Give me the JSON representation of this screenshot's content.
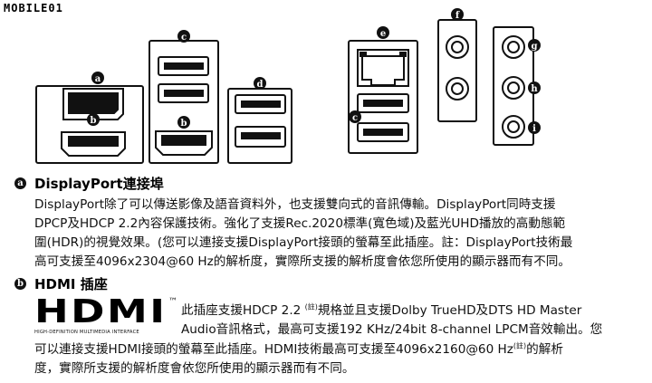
{
  "watermark": "MOBILE01",
  "port_labels": [
    "a",
    "b",
    "c",
    "b",
    "d",
    "e",
    "c",
    "f",
    "g",
    "h",
    "i"
  ],
  "sections": [
    {
      "bullet": "a",
      "title": "DisplayPort連接埠",
      "lines": [
        "DisplayPort除了可以傳送影像及語音資料外，也支援雙向式的音訊傳輸。DisplayPort同時支援",
        "DPCP及HDCP 2.2內容保護技術。強化了支援Rec.2020標準(寬色域)及藍光UHD播放的高動態範",
        "圍(HDR)的視覺效果。(您可以連接支援DisplayPort接頭的螢幕至此插座。註：DisplayPort技術最",
        "高可支援至4096x2304@60 Hz的解析度，實際所支援的解析度會依您所使用的顯示器而有不同。"
      ]
    },
    {
      "bullet": "b",
      "title": "HDMI 插座",
      "logo_text": "HDMI",
      "logo_sub": "HIGH-DEFINITION MULTIMEDIA INTERFACE",
      "logo_tm": "™",
      "lines_right": [
        "此插座支援HDCP 2.2 ",
        "規格並且支援Dolby TrueHD及DTS HD Master",
        "Audio音訊格式，最高可支援192 KHz/24bit 8-channel LPCM音效輸出。您"
      ],
      "footnote_mark": "(註)",
      "lines": [
        "可以連接支援HDMI接頭的螢幕至此插座。HDMI技術最高可支援至4096x2160@60 Hz",
        "的解析",
        "度，實際所支援的解析度會依您所使用的顯示器而有不同。"
      ]
    }
  ]
}
